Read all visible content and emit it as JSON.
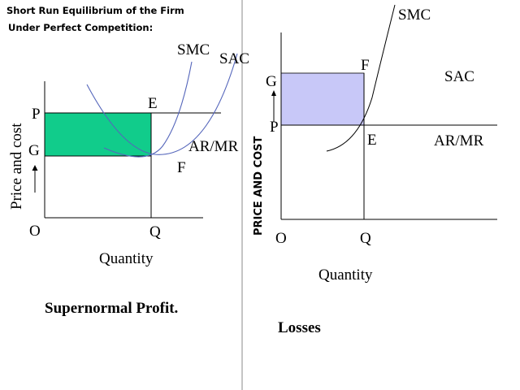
{
  "title": {
    "line1": "Short Run Equilibrium of the Firm",
    "line2": "Under Perfect Competition:"
  },
  "left_diagram": {
    "y_axis_label": "Price and cost",
    "x_axis_label": "Quantity",
    "caption": "Supernormal Profit.",
    "curves": {
      "smc": "SMC",
      "sac": "SAC",
      "ar_mr": "AR/MR"
    },
    "points": {
      "p": "P",
      "g": "G",
      "e": "E",
      "f": "F",
      "o": "O",
      "q": "Q"
    },
    "profit_area_color": "#11CC8B"
  },
  "right_diagram": {
    "y_axis_label": "PRICE AND COST",
    "x_axis_label": "Quantity",
    "caption": "Losses",
    "curves": {
      "smc": "SMC",
      "sac": "SAC",
      "ar_mr": "AR/MR"
    },
    "points": {
      "g": "G",
      "p": "P",
      "f": "F",
      "e": "E",
      "o": "O",
      "q": "Q"
    },
    "loss_area_color": "#C8C8F8"
  },
  "colors": {
    "curve_blue": "#5566BB",
    "axis": "#000000",
    "divider": "#888888"
  }
}
